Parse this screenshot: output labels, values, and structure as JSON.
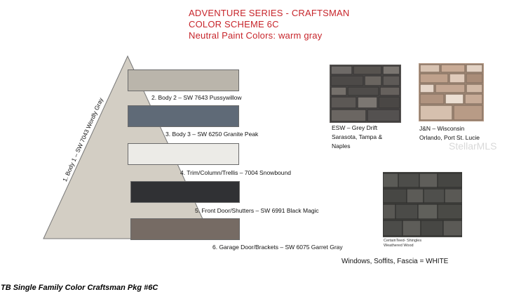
{
  "header": {
    "line1": "ADVENTURE SERIES - CRAFTSMAN",
    "line2": "COLOR SCHEME 6C",
    "line3": "Neutral Paint Colors: warm gray",
    "color": "#c7252b"
  },
  "body1": {
    "label": "1. Body 1 – SW 7043 Wordly Gray",
    "color": "#d3cec4"
  },
  "swatches": [
    {
      "label": "2. Body 2 – SW 7643 Pussywillow",
      "color": "#bab5ab"
    },
    {
      "label": "3. Body 3 – SW 6250 Granite Peak",
      "color": "#5f6a77"
    },
    {
      "label": "4. Trim/Column/Trellis – 7004 Snowbound",
      "color": "#ecebe7"
    },
    {
      "label": "5. Front Door/Shutters – SW 6991 Black Magic",
      "color": "#303134"
    },
    {
      "label": "6. Garage Door/Brackets – SW 6075 Garret Gray",
      "color": "#766b64"
    }
  ],
  "stones": [
    {
      "caption_lines": [
        "ESW  –  Grey Drift",
        "Sarasota, Tampa &",
        "Naples"
      ]
    },
    {
      "caption_lines": [
        "J&N  –  Wisconsin",
        "Orlando, Port St. Lucie"
      ]
    }
  ],
  "watermark": "StellarMLS",
  "shingle": {
    "caption_lines": [
      "CertainTeed- Shingles",
      "Weathered Wood"
    ]
  },
  "trim_note": "Windows, Soffits, Fascia = WHITE",
  "footer": "TB Single Family Color Craftsman Pkg #6C"
}
